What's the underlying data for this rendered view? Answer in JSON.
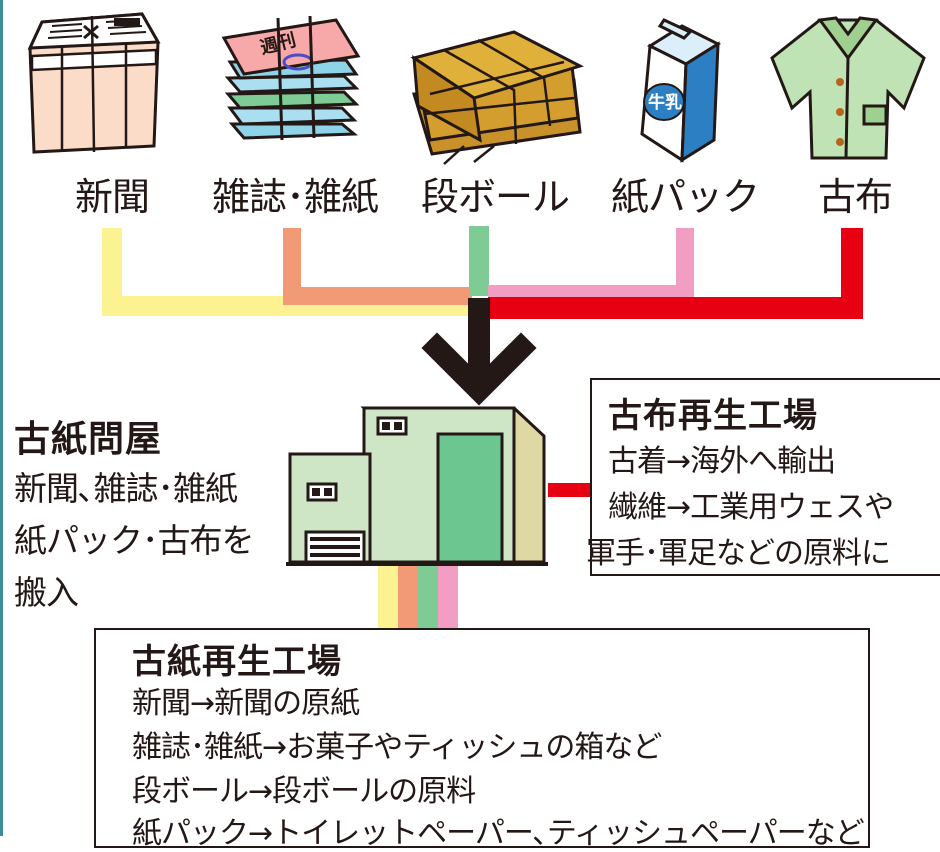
{
  "items": [
    {
      "icon": "newspaper-bundle-icon",
      "label": "新聞",
      "color": "#fdf292"
    },
    {
      "icon": "magazine-stack-icon",
      "label": "雑誌･雑紙",
      "color": "#f29a76"
    },
    {
      "icon": "cardboard-bundle-icon",
      "label": "段ボール",
      "color": "#7ecb95"
    },
    {
      "icon": "milk-carton-icon",
      "label": "紙パック",
      "color": "#f19ec2"
    },
    {
      "icon": "old-clothes-icon",
      "label": "古布",
      "color": "#e60012"
    }
  ],
  "icon_text": {
    "magazine": "週刊",
    "milk": "牛乳"
  },
  "wholesaler": {
    "title": "古紙問屋",
    "lines": [
      "新聞､雑誌･雑紙",
      "紙パック･古布を",
      "搬入"
    ]
  },
  "cloth_factory": {
    "title": "古布再生工場",
    "lines": [
      "古着→海外へ輸出",
      "繊維→工業用ウェスや",
      "軍手･軍足などの原料に"
    ]
  },
  "paper_factory": {
    "title": "古紙再生工場",
    "lines": [
      "新聞→新聞の原紙",
      "雑誌･雑紙→お菓子やティッシュの箱など",
      "段ボール→段ボールの原料",
      "紙パック→トイレットペーパー､ティッシュペーパーなど"
    ]
  }
}
